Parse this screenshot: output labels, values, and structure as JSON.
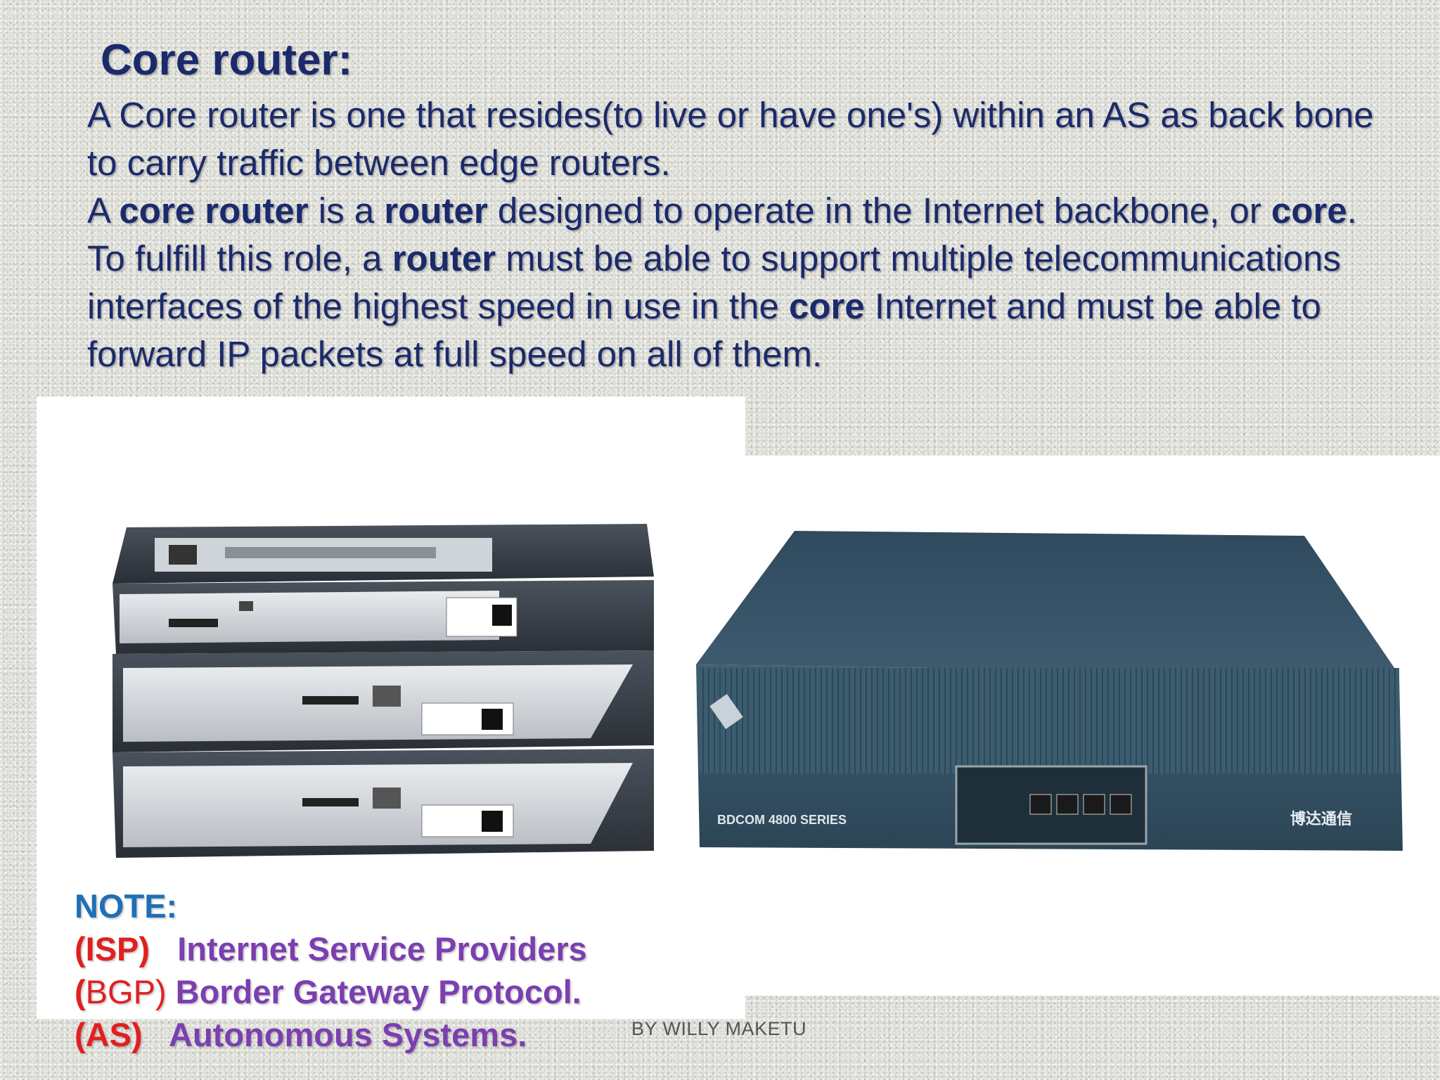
{
  "slide": {
    "title": "Core router:",
    "para1": "A Core router is one that resides(to live or have one's) within an AS as back bone to carry traffic between edge routers.",
    "para2": {
      "t1": "A ",
      "b1": "core router",
      "t2": " is a ",
      "b2": "router",
      "t3": " designed to operate in the Internet backbone, or ",
      "b3": "core",
      "t4": ". To fulfill this role, a ",
      "b4": "router",
      "t5": " must be able to support multiple telecommunications interfaces of the highest speed in use in the ",
      "b5": "core",
      "t6": " Internet and must be able to forward IP packets at full speed on all of them."
    }
  },
  "images": {
    "left_router_stack": {
      "icon": "stacked-router-photo"
    },
    "right_router": {
      "icon": "bdcom-router-photo",
      "device_label": "BDCOM 4800 SERIES",
      "brand_label": "博达通信"
    }
  },
  "note": {
    "heading": "NOTE:",
    "items": [
      {
        "abbr": "(ISP)",
        "spacer": "   ",
        "full": "Internet Service Providers"
      },
      {
        "open": "(",
        "abbr": "BGP)",
        "spacer": " ",
        "full": "Border Gateway Protocol."
      },
      {
        "abbr": "(AS)",
        "spacer": "   ",
        "full": "Autonomous Systems."
      }
    ]
  },
  "footer": {
    "author": "BY WILLY MAKETU"
  },
  "colors": {
    "title": "#1b2a6b",
    "note_heading": "#1f6fb6",
    "abbr": "#e02020",
    "full_name": "#7b3fb0"
  }
}
